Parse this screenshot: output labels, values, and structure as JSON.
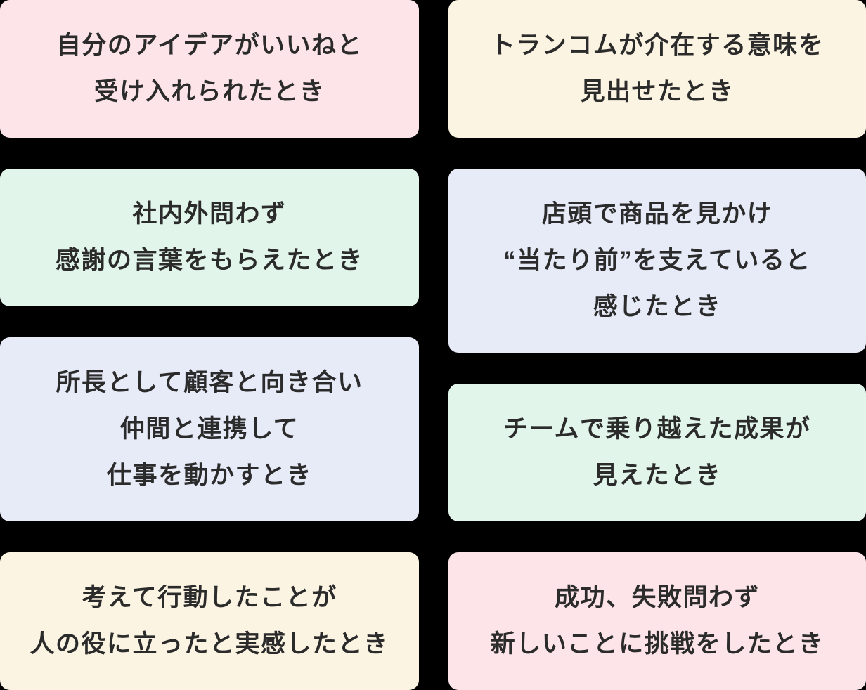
{
  "background": "#000000",
  "text_color": "#2b2b2b",
  "colors": {
    "pink": "#fce4e8",
    "cream": "#fcf4e2",
    "mint": "#e1f5ea",
    "lavender": "#e7ebf8"
  },
  "cards": {
    "left": [
      {
        "color": "pink",
        "lines": [
          "自分のアイデアがいいねと",
          "受け入れられたとき"
        ]
      },
      {
        "color": "mint",
        "lines": [
          "社内外問わず",
          "感謝の言葉をもらえたとき"
        ]
      },
      {
        "color": "lavender",
        "lines": [
          "所長として顧客と向き合い",
          "仲間と連携して",
          "仕事を動かすとき"
        ]
      },
      {
        "color": "cream",
        "lines": [
          "考えて行動したことが",
          "人の役に立ったと実感したとき"
        ]
      }
    ],
    "right": [
      {
        "color": "cream",
        "lines": [
          "トランコムが介在する意味を",
          "見出せたとき"
        ]
      },
      {
        "color": "lavender",
        "lines": [
          "店頭で商品を見かけ",
          "“当たり前”を支えていると",
          "感じたとき"
        ]
      },
      {
        "color": "mint",
        "lines": [
          "チームで乗り越えた成果が",
          "見えたとき"
        ]
      },
      {
        "color": "pink",
        "lines": [
          "成功、失敗問わず",
          "新しいことに挑戦をしたとき"
        ]
      }
    ]
  }
}
